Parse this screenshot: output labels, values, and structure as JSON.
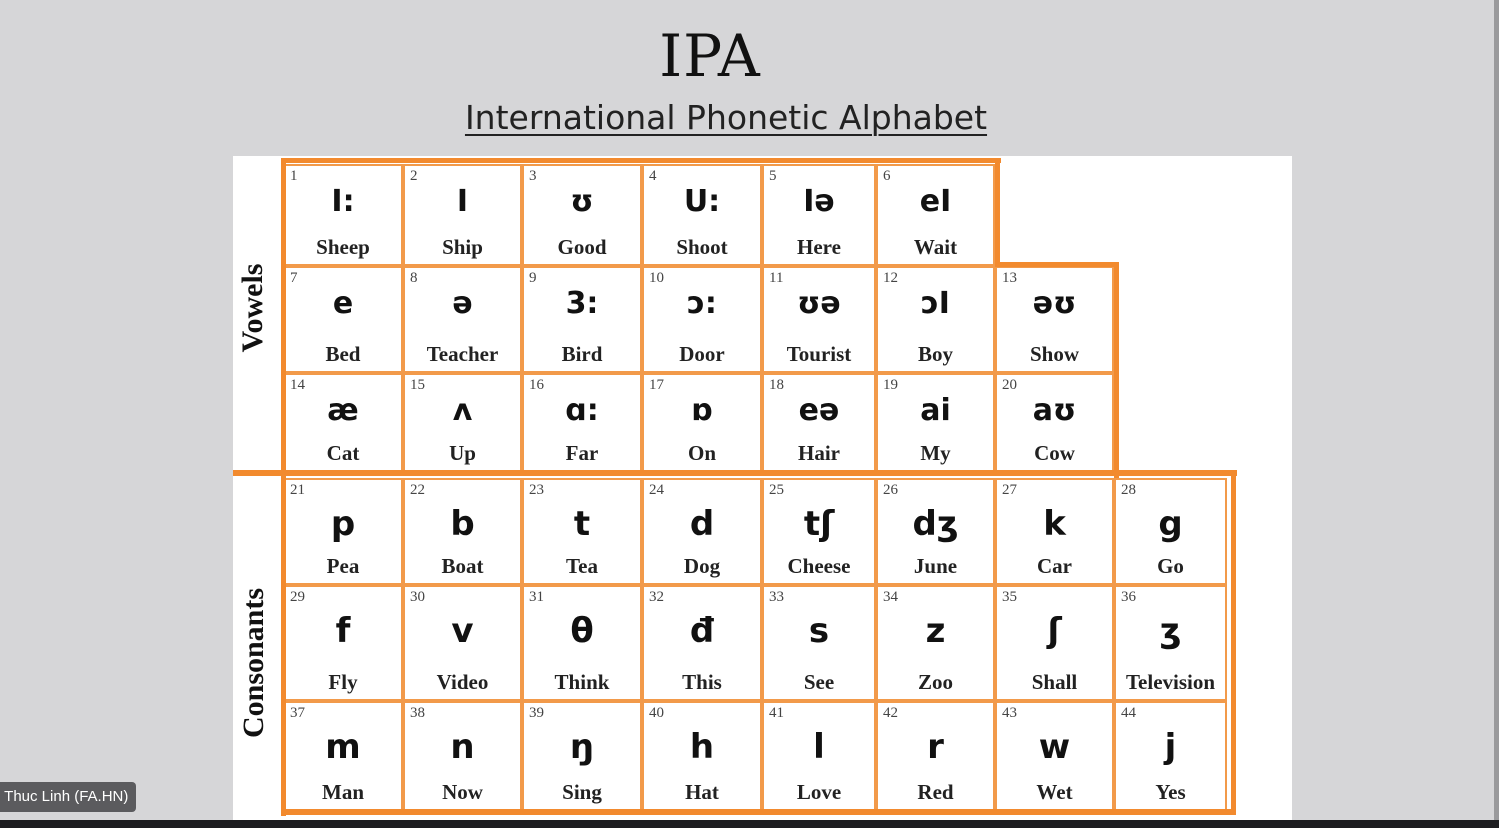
{
  "title": "IPA",
  "subtitle": "International Phonetic Alphabet",
  "section_labels": {
    "vowels": "Vowels",
    "consonants": "Consonants"
  },
  "participant_name": "Thuc Linh (FA.HN)",
  "colors": {
    "background": "#d6d6d8",
    "chart_border": "#f28a2e",
    "badge": "#5b5b5e"
  },
  "vowels": [
    {
      "n": "1",
      "sym": "I:",
      "word": "Sheep"
    },
    {
      "n": "2",
      "sym": "I",
      "word": "Ship"
    },
    {
      "n": "3",
      "sym": "ʊ",
      "word": "Good"
    },
    {
      "n": "4",
      "sym": "U:",
      "word": "Shoot"
    },
    {
      "n": "5",
      "sym": "Iə",
      "word": "Here"
    },
    {
      "n": "6",
      "sym": "eI",
      "word": "Wait"
    },
    {
      "n": "7",
      "sym": "e",
      "word": "Bed"
    },
    {
      "n": "8",
      "sym": "ə",
      "word": "Teacher"
    },
    {
      "n": "9",
      "sym": "3:",
      "word": "Bird"
    },
    {
      "n": "10",
      "sym": "ɔ:",
      "word": "Door"
    },
    {
      "n": "11",
      "sym": "ʊə",
      "word": "Tourist"
    },
    {
      "n": "12",
      "sym": "ɔI",
      "word": "Boy"
    },
    {
      "n": "13",
      "sym": "əʊ",
      "word": "Show"
    },
    {
      "n": "14",
      "sym": "æ",
      "word": "Cat"
    },
    {
      "n": "15",
      "sym": "ʌ",
      "word": "Up"
    },
    {
      "n": "16",
      "sym": "ɑ:",
      "word": "Far"
    },
    {
      "n": "17",
      "sym": "ɒ",
      "word": "On"
    },
    {
      "n": "18",
      "sym": "eə",
      "word": "Hair"
    },
    {
      "n": "19",
      "sym": "ai",
      "word": "My"
    },
    {
      "n": "20",
      "sym": "aʊ",
      "word": "Cow"
    }
  ],
  "consonants": [
    {
      "n": "21",
      "sym": "p",
      "word": "Pea"
    },
    {
      "n": "22",
      "sym": "b",
      "word": "Boat"
    },
    {
      "n": "23",
      "sym": "t",
      "word": "Tea"
    },
    {
      "n": "24",
      "sym": "d",
      "word": "Dog"
    },
    {
      "n": "25",
      "sym": "tʃ",
      "word": "Cheese"
    },
    {
      "n": "26",
      "sym": "dʒ",
      "word": "June"
    },
    {
      "n": "27",
      "sym": "k",
      "word": "Car"
    },
    {
      "n": "28",
      "sym": "g",
      "word": "Go"
    },
    {
      "n": "29",
      "sym": "f",
      "word": "Fly"
    },
    {
      "n": "30",
      "sym": "v",
      "word": "Video"
    },
    {
      "n": "31",
      "sym": "θ",
      "word": "Think"
    },
    {
      "n": "32",
      "sym": "đ",
      "word": "This"
    },
    {
      "n": "33",
      "sym": "s",
      "word": "See"
    },
    {
      "n": "34",
      "sym": "z",
      "word": "Zoo"
    },
    {
      "n": "35",
      "sym": "ʃ",
      "word": "Shall"
    },
    {
      "n": "36",
      "sym": "ʒ",
      "word": "Television"
    },
    {
      "n": "37",
      "sym": "m",
      "word": "Man"
    },
    {
      "n": "38",
      "sym": "n",
      "word": "Now"
    },
    {
      "n": "39",
      "sym": "ŋ",
      "word": "Sing"
    },
    {
      "n": "40",
      "sym": "h",
      "word": "Hat"
    },
    {
      "n": "41",
      "sym": "l",
      "word": "Love"
    },
    {
      "n": "42",
      "sym": "r",
      "word": "Red"
    },
    {
      "n": "43",
      "sym": "w",
      "word": "Wet"
    },
    {
      "n": "44",
      "sym": "j",
      "word": "Yes"
    }
  ]
}
